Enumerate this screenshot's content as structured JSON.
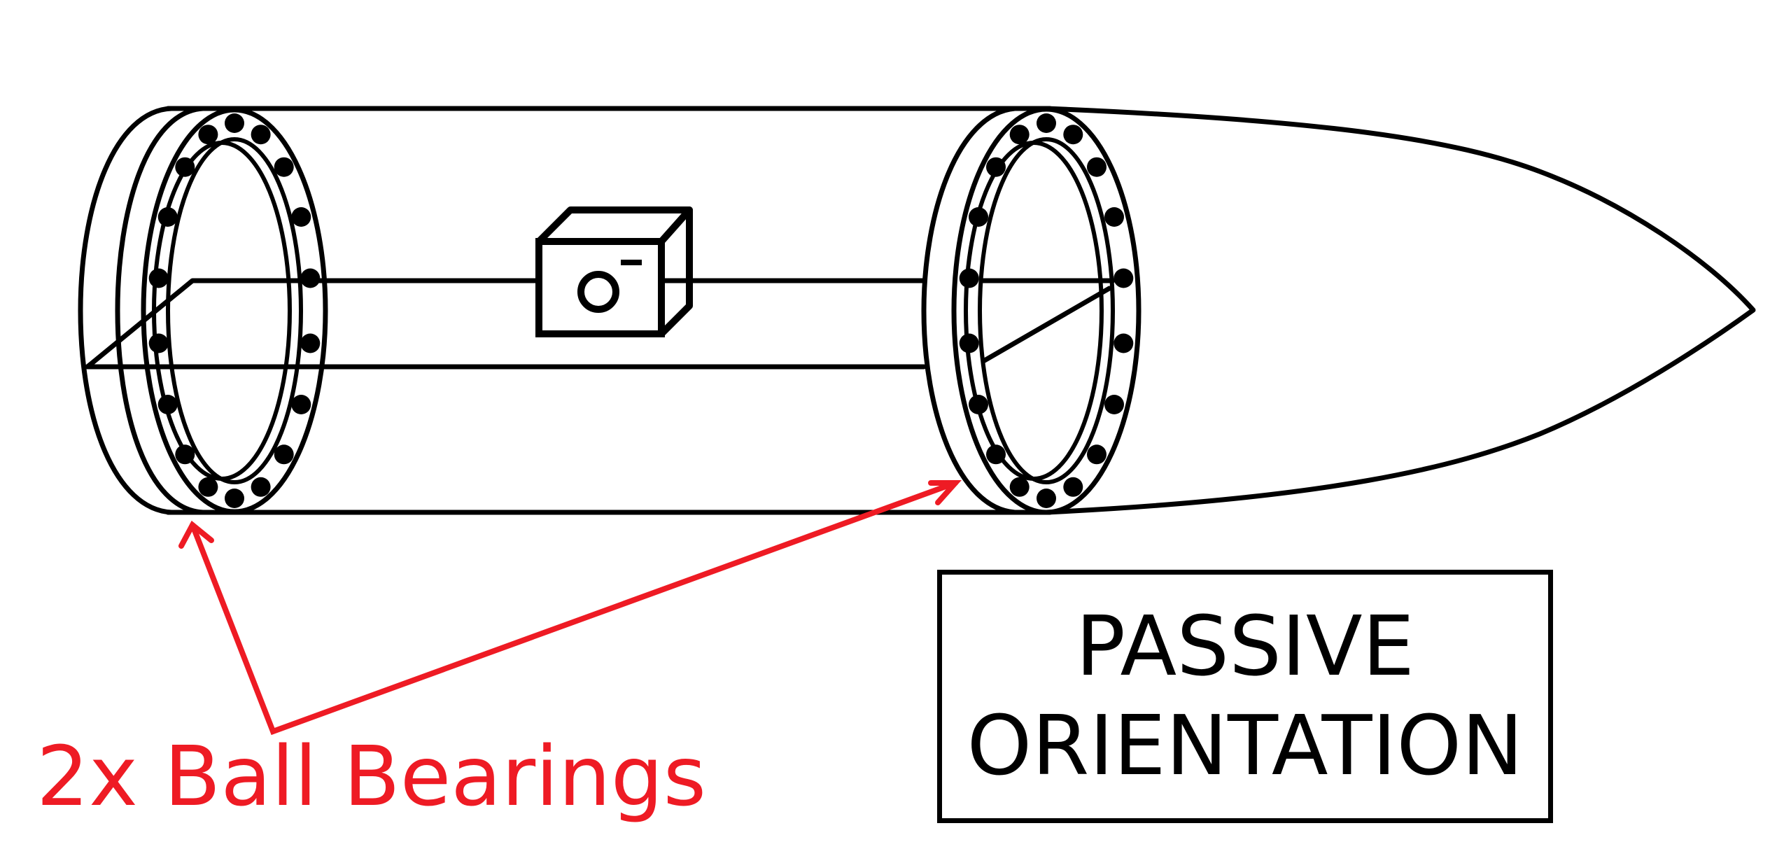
{
  "callout": {
    "text": "2x Ball Bearings",
    "color": "#ee1b24"
  },
  "label": {
    "line1": "PASSIVE",
    "line2": "ORIENTATION"
  },
  "icons": {
    "device": "camera-icon",
    "part": "ball-bearing-icon"
  },
  "bearing_count": 2,
  "balls_per_bearing": 18
}
